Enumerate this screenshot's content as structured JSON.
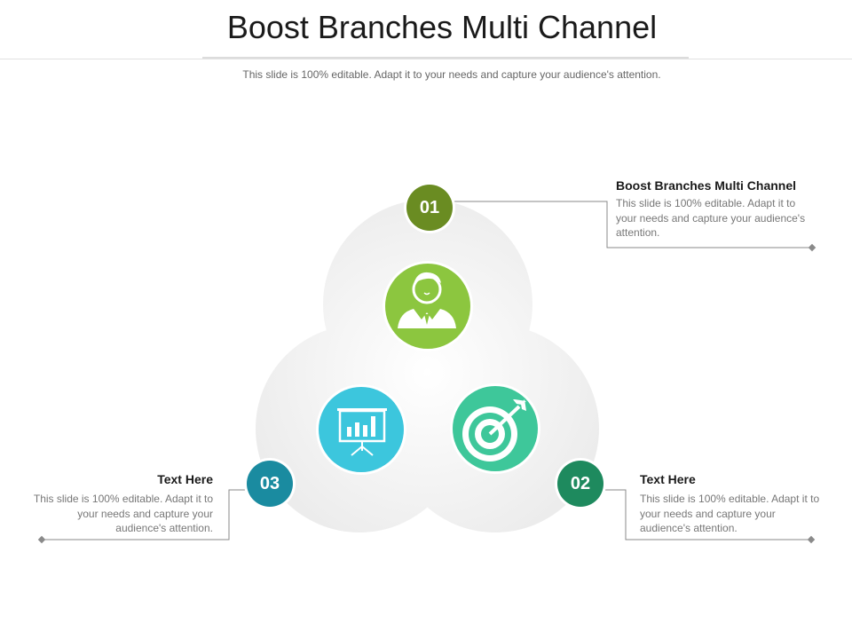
{
  "slide": {
    "title": "Boost Branches Multi Channel",
    "subtitle": "This slide is 100% editable. Adapt it to your needs and capture your audience's attention."
  },
  "items": [
    {
      "number": "01",
      "heading": "Boost Branches Multi Channel",
      "text": "This slide is 100% editable. Adapt it to your needs and capture your audience's attention.",
      "badge_color": "#6a8c22",
      "icon": "businessman-icon",
      "icon_color": "#8cc63f"
    },
    {
      "number": "02",
      "heading": "Text Here",
      "text": "This slide is 100% editable. Adapt it to your needs and capture your audience's attention.",
      "badge_color": "#1e8a5e",
      "icon": "target-icon",
      "icon_color": "#3ec79a"
    },
    {
      "number": "03",
      "heading": "Text Here",
      "text": "This slide is 100% editable. Adapt it to your needs and capture your audience's attention.",
      "badge_color": "#1a8ba0",
      "icon": "presentation-chart-icon",
      "icon_color": "#3cc6dd"
    }
  ]
}
